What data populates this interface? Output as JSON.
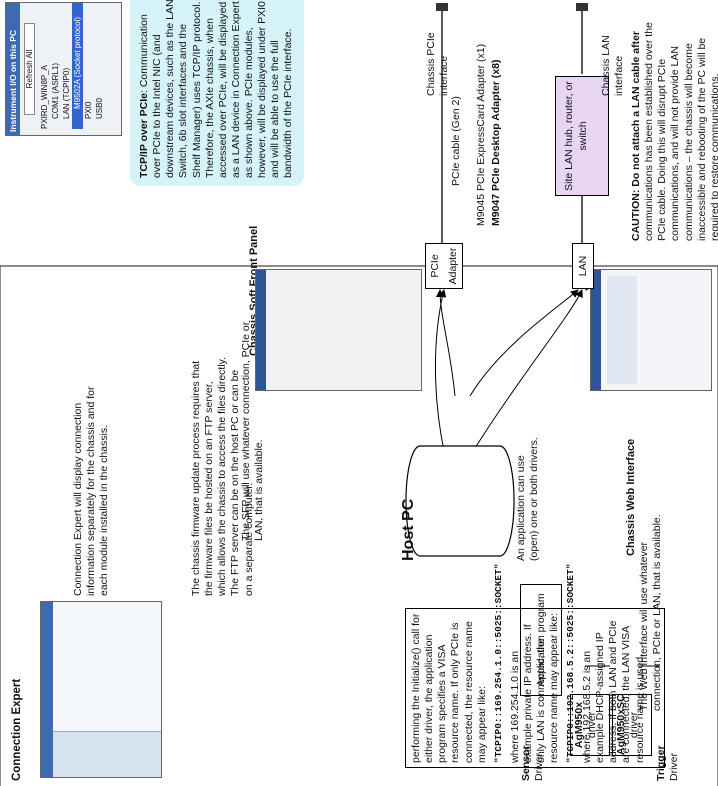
{
  "host": {
    "title": "Host PC",
    "connection_expert_title": "Connection Expert",
    "connection_expert_desc": "Connection Expert will display connection information separately for the chassis and for each module installed in the chassis.",
    "ftp_desc": "The chassis firmware update process requires that the firmware files be hosted on an FTP server, which allows the chassis to access the files directly. The FTP server can be on the host PC or can be on a separate computer.",
    "sfp_title": "Chassis Soft Front Panel (SFP)",
    "sfp_desc": "The SFP will use whatever connection, PCIe or LAN, that is available.",
    "app_label": "Application program",
    "app_desc": "An application can use (open) one or both drivers.",
    "sensor_label": "Sensor",
    "driver_word": "Driver",
    "sensor_driver": "AgM950x",
    "driver_sub": "driver",
    "trigger_driver": "AgM950xSC",
    "trigger_label": "Trigger",
    "init_text": "performing the Initialize() call for either driver, the application program specifies a VISA resource name. If only PCIe is connected, the resource name may appear like:",
    "visa_pcie": "\"TCPIP0::169.254.1.0::5025::SOCKET\"",
    "pcie_note": "where 169.254.1.0 is an example private IP address. If only LAN is connected, the resource name may appear like:",
    "visa_lan": "\"TCPIP0::192.168.5.2::5025::SOCKET\"",
    "lan_note": "where 192.168.5.2 is an example DHCP-assigned IP address. If both LAN and PCIe are connected, the LAN VISA resource name is used.",
    "web_title": "Chassis Web Interface",
    "web_desc": "The Web Interface will use whatever connection, PCIe or LAN, that is available."
  },
  "instrument_panel": {
    "title": "Instrument I/O on this PC",
    "refresh_button": "Refresh All",
    "tree": [
      "PXIRD_WIN8P_A",
      "COM1 (ASRL1)",
      "LAN (TCPIP0)",
      "M9502A (Socket protocol)",
      "PXI0",
      "USB0"
    ]
  },
  "tcpip_note": {
    "lead": "TCP/IP over PCIe",
    "text": ": Communication over PCIe to the Intel NIC (and downstream devices, such as the LAN Switch, 6b slot interfaces and the Shelf Manager) uses TCP/IP protocol. Therefore, the AXIe chassis, when accessed over PCIe, will be displayed as a LAN device in Connection Expert as shown above. PCIe modules, however, will be displayed under PXI0 and will be able to use the full bandwidth of the PCIe interface."
  },
  "network": {
    "pcie_cable": "PCIe cable (Gen 2)",
    "adapter_1": "M9045 PCIe ExpressCard Adapter (x1)",
    "adapter_2": "M9047 PCIe Desktop Adapter (x8)",
    "pcie_adapter_box": "PCIe Adapter",
    "lan_box": "LAN",
    "hub_box": "Site LAN hub, router, or switch",
    "chassis_pcie": "Chassis PCIe interface",
    "chassis_lan": "Chassis LAN interface",
    "caution_lead": "CAUTION: Do not attach a LAN cable after",
    "caution_text": "communications has been established over the PCIe cable. Doing this will disrupt PCIe communications, and will not provide LAN communications – the chassis will become inaccessible and rebooting of the PC will be required to restore communications."
  },
  "colors": {
    "note_bg": "#d6f3f9",
    "hub_bg": "#e8d5f1",
    "panel_bg": "#eef1f5"
  }
}
